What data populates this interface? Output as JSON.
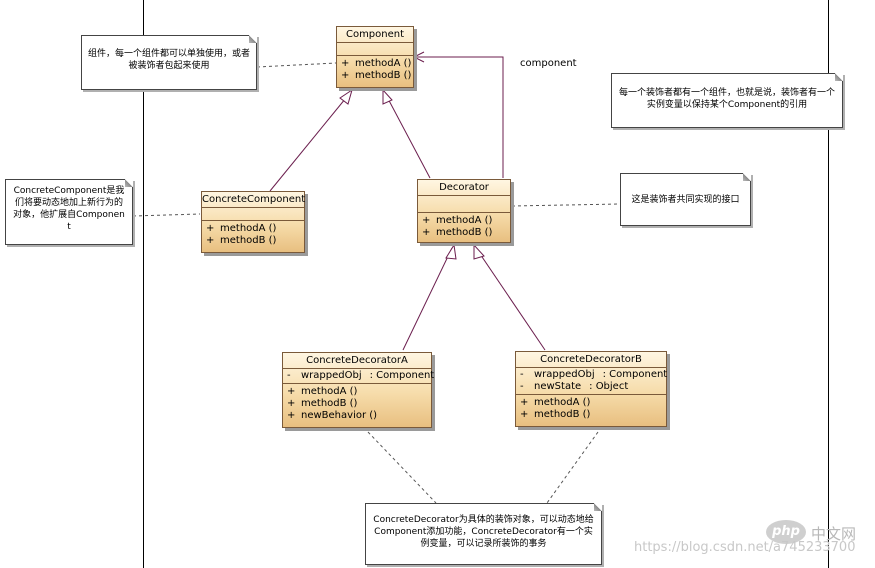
{
  "classes": {
    "component": {
      "name": "Component",
      "attributes": [],
      "operations": [
        {
          "vis": "+",
          "name": "methodA ()"
        },
        {
          "vis": "+",
          "name": "methodB ()"
        }
      ]
    },
    "concrete_component": {
      "name": "ConcreteComponent",
      "attributes": [],
      "operations": [
        {
          "vis": "+",
          "name": "methodA ()"
        },
        {
          "vis": "+",
          "name": "methodB ()"
        }
      ]
    },
    "decorator": {
      "name": "Decorator",
      "attributes": [],
      "operations": [
        {
          "vis": "+",
          "name": "methodA ()"
        },
        {
          "vis": "+",
          "name": "methodB ()"
        }
      ]
    },
    "concrete_decorator_a": {
      "name": "ConcreteDecoratorA",
      "attributes": [
        {
          "vis": "-",
          "name": "wrappedObj",
          "type": ": Component"
        }
      ],
      "operations": [
        {
          "vis": "+",
          "name": "methodA ()"
        },
        {
          "vis": "+",
          "name": "methodB ()"
        },
        {
          "vis": "+",
          "name": "newBehavior ()"
        }
      ]
    },
    "concrete_decorator_b": {
      "name": "ConcreteDecoratorB",
      "attributes": [
        {
          "vis": "-",
          "name": "wrappedObj",
          "type": ": Component"
        },
        {
          "vis": "-",
          "name": "newState",
          "type": ": Object"
        }
      ],
      "operations": [
        {
          "vis": "+",
          "name": "methodA ()"
        },
        {
          "vis": "+",
          "name": "methodB ()"
        }
      ]
    }
  },
  "association_label": "component",
  "notes": {
    "component": "组件，每一个组件都可以单独使用，或者被装饰者包起来使用",
    "concrete_component": "ConcreteComponent是我们将要动态地加上新行为的对象，他扩展自Component",
    "decorator_has_component": "每一个装饰者都有一个组件，也就是说，装饰者有一个实例变量以保持某个Component的引用",
    "decorator_interface": "这是装饰者共同实现的接口",
    "concrete_decorator": "ConcreteDecorator为具体的装饰对象，可以动态地给Component添加功能，ConcreteDecorator有一个实例变量，可以记录所装饰的事务"
  },
  "watermark": {
    "logo": "php",
    "site_cn": "中文网",
    "url": "https://blog.csdn.net/a745233700"
  }
}
